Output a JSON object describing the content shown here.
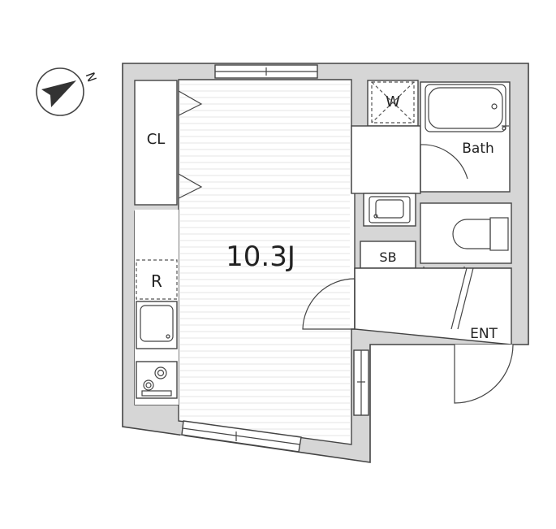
{
  "compass": {
    "label": "N",
    "icon": "compass-north-arrow-icon"
  },
  "rooms": {
    "main_room": "10.3J",
    "closet": "CL",
    "refrigerator": "R",
    "bath": "Bath",
    "shoe_box": "SB",
    "entrance": "ENT"
  },
  "symbols": {
    "washer": "W"
  },
  "colors": {
    "wall_fill": "#d6d6d6",
    "line": "#444444",
    "floor_lines": "#e4e4e4"
  }
}
